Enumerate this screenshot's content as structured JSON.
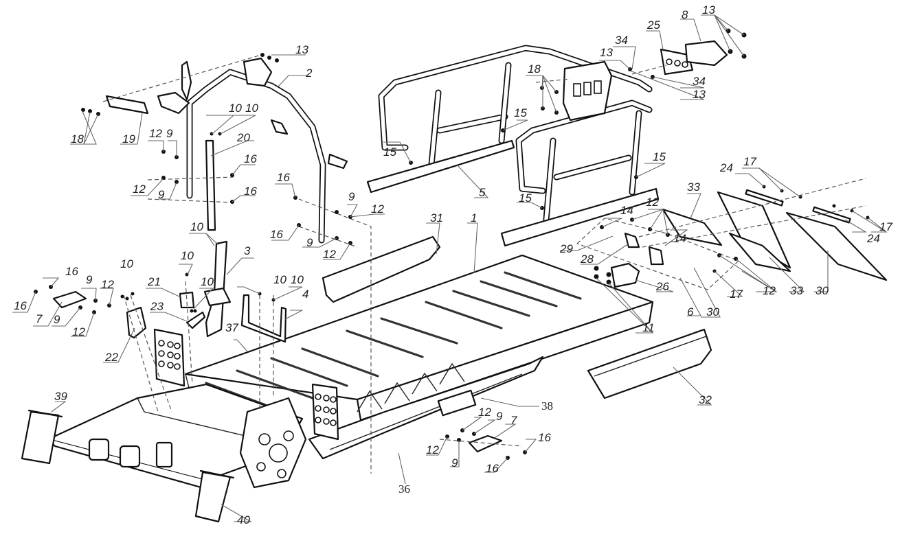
{
  "diagram": {
    "type": "exploded-parts-diagram",
    "subject": "vehicle frame assembly",
    "colors": {
      "line": "#111111",
      "leader": "#666666",
      "background": "#ffffff"
    },
    "callouts": [
      {
        "id": "c13a",
        "label": "13"
      },
      {
        "id": "c2",
        "label": "2"
      },
      {
        "id": "c18a",
        "label": "18"
      },
      {
        "id": "c19",
        "label": "19"
      },
      {
        "id": "c10a",
        "label": "10"
      },
      {
        "id": "c10b",
        "label": "10"
      },
      {
        "id": "c20",
        "label": "20"
      },
      {
        "id": "c12a",
        "label": "12"
      },
      {
        "id": "c9a",
        "label": "9"
      },
      {
        "id": "c16a",
        "label": "16"
      },
      {
        "id": "c12b",
        "label": "12"
      },
      {
        "id": "c9b",
        "label": "9"
      },
      {
        "id": "c16b",
        "label": "16"
      },
      {
        "id": "c16c",
        "label": "16"
      },
      {
        "id": "c9c",
        "label": "9"
      },
      {
        "id": "c12c",
        "label": "12"
      },
      {
        "id": "c16d",
        "label": "16"
      },
      {
        "id": "c9d",
        "label": "9"
      },
      {
        "id": "c12d",
        "label": "12"
      },
      {
        "id": "c10c",
        "label": "10"
      },
      {
        "id": "c3",
        "label": "3"
      },
      {
        "id": "c10d",
        "label": "10"
      },
      {
        "id": "c10e",
        "label": "10"
      },
      {
        "id": "c21",
        "label": "21"
      },
      {
        "id": "c10f",
        "label": "10"
      },
      {
        "id": "c23",
        "label": "23"
      },
      {
        "id": "c10g",
        "label": "10"
      },
      {
        "id": "c10h",
        "label": "10"
      },
      {
        "id": "c4",
        "label": "4"
      },
      {
        "id": "c37",
        "label": "37"
      },
      {
        "id": "c16e",
        "label": "16"
      },
      {
        "id": "c16f",
        "label": "16"
      },
      {
        "id": "c9e",
        "label": "9"
      },
      {
        "id": "c12e",
        "label": "12"
      },
      {
        "id": "c7a",
        "label": "7"
      },
      {
        "id": "c9f",
        "label": "9"
      },
      {
        "id": "c12f",
        "label": "12"
      },
      {
        "id": "c22",
        "label": "22"
      },
      {
        "id": "c39",
        "label": "39"
      },
      {
        "id": "c40",
        "label": "40"
      },
      {
        "id": "c31",
        "label": "31"
      },
      {
        "id": "c1",
        "label": "1"
      },
      {
        "id": "c15a",
        "label": "15"
      },
      {
        "id": "c5",
        "label": "5"
      },
      {
        "id": "c15b",
        "label": "15"
      },
      {
        "id": "c15c",
        "label": "15"
      },
      {
        "id": "c15d",
        "label": "15"
      },
      {
        "id": "c18b",
        "label": "18"
      },
      {
        "id": "c34a",
        "label": "34"
      },
      {
        "id": "c13b",
        "label": "13"
      },
      {
        "id": "c25",
        "label": "25"
      },
      {
        "id": "c8",
        "label": "8"
      },
      {
        "id": "c13c",
        "label": "13"
      },
      {
        "id": "c34b",
        "label": "34"
      },
      {
        "id": "c13d",
        "label": "13"
      },
      {
        "id": "c24a",
        "label": "24"
      },
      {
        "id": "c17a",
        "label": "17"
      },
      {
        "id": "c33a",
        "label": "33"
      },
      {
        "id": "c12g",
        "label": "12"
      },
      {
        "id": "c14a",
        "label": "14"
      },
      {
        "id": "c14b",
        "label": "14"
      },
      {
        "id": "c29",
        "label": "29"
      },
      {
        "id": "c28",
        "label": "28"
      },
      {
        "id": "c26",
        "label": "26"
      },
      {
        "id": "c6",
        "label": "6"
      },
      {
        "id": "c30a",
        "label": "30"
      },
      {
        "id": "c17b",
        "label": "17"
      },
      {
        "id": "c12h",
        "label": "12"
      },
      {
        "id": "c33b",
        "label": "33"
      },
      {
        "id": "c30b",
        "label": "30"
      },
      {
        "id": "c17c",
        "label": "17"
      },
      {
        "id": "c24b",
        "label": "24"
      },
      {
        "id": "c11",
        "label": "11"
      },
      {
        "id": "c32",
        "label": "32"
      },
      {
        "id": "c38",
        "label": "38"
      },
      {
        "id": "c12i",
        "label": "12"
      },
      {
        "id": "c9g",
        "label": "9"
      },
      {
        "id": "c7b",
        "label": "7"
      },
      {
        "id": "c16g",
        "label": "16"
      },
      {
        "id": "c12j",
        "label": "12"
      },
      {
        "id": "c9h",
        "label": "9"
      },
      {
        "id": "c16h",
        "label": "16"
      },
      {
        "id": "c36",
        "label": "36"
      }
    ]
  }
}
